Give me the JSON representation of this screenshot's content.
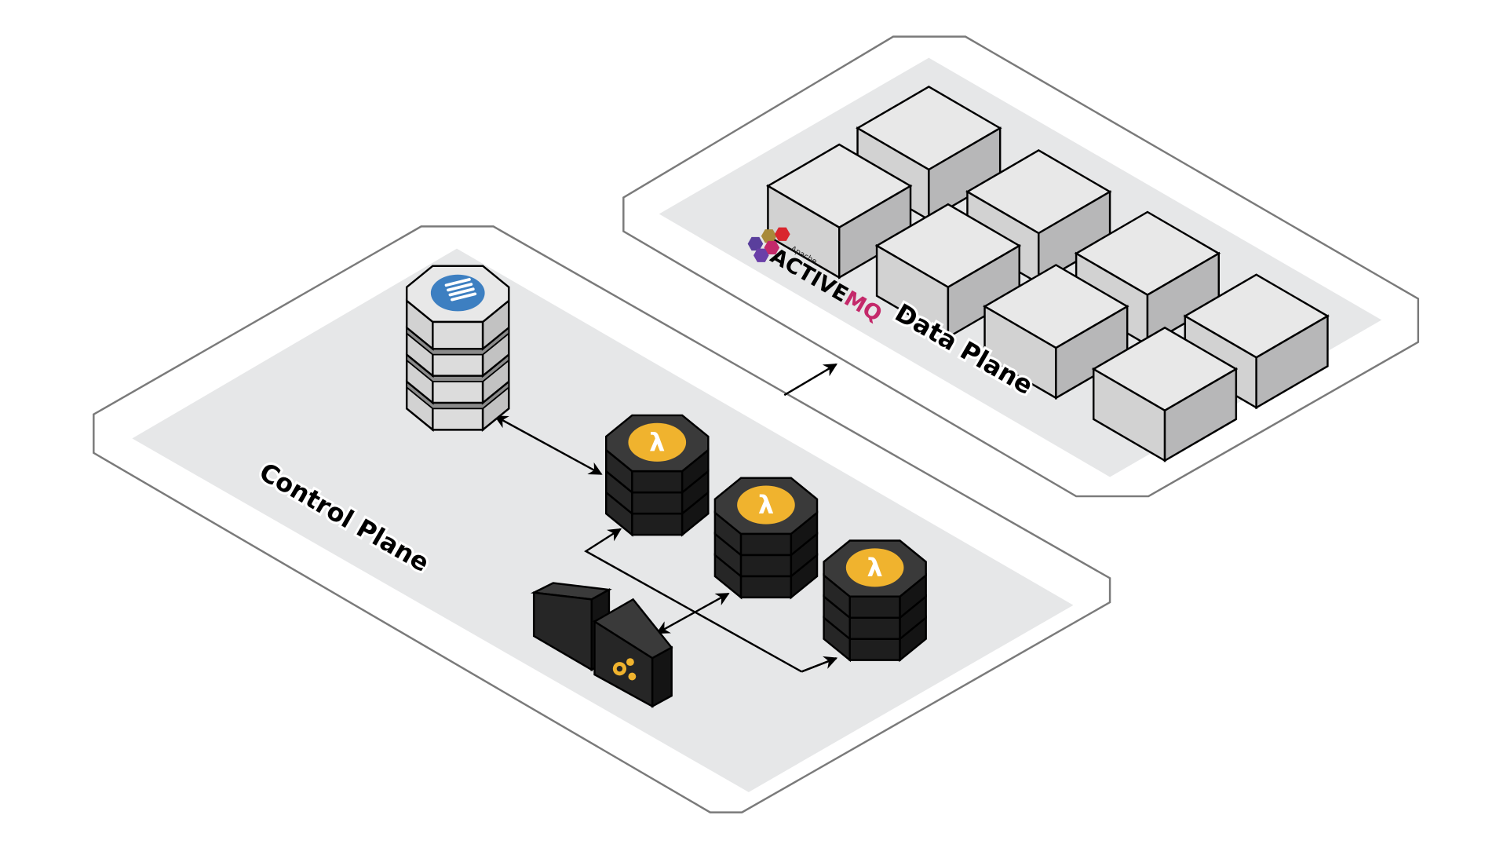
{
  "diagram": {
    "title": "Control Plane / Data Plane architecture",
    "planes": [
      {
        "id": "control",
        "label": "Control Plane"
      },
      {
        "id": "data",
        "label": "Data Plane"
      }
    ],
    "control_plane": {
      "database": {
        "name": "database-stack",
        "icon": "database-icon",
        "layers": 4,
        "icon_color": "#3d7fc1"
      },
      "lambdas": [
        {
          "name": "lambda-1",
          "icon": "lambda-icon",
          "layers": 3
        },
        {
          "name": "lambda-2",
          "icon": "lambda-icon",
          "layers": 3
        },
        {
          "name": "lambda-3",
          "icon": "lambda-icon",
          "layers": 3
        }
      ],
      "gateway": {
        "name": "api-gateway",
        "icon": "gears-icon"
      }
    },
    "data_plane": {
      "brand": {
        "prefix": "Apache",
        "name_active": "ACTIVE",
        "name_mq": "MQ"
      },
      "broker_count": 8
    },
    "connections": [
      {
        "from": "database-stack",
        "to": "lambda-1",
        "type": "bidirectional"
      },
      {
        "from": "api-gateway",
        "to": "lambda-2",
        "type": "bidirectional"
      },
      {
        "from": "api-gateway",
        "to": "lambda-1",
        "type": "directed"
      },
      {
        "from": "api-gateway",
        "to": "lambda-3",
        "type": "directed"
      },
      {
        "from": "control-plane",
        "to": "data-plane",
        "type": "directed"
      }
    ],
    "colors": {
      "lambda_badge": "#f0b32e",
      "dark_body": "#262626",
      "mq_accent": "#c4296a",
      "floor": "#e6e7e8"
    }
  }
}
